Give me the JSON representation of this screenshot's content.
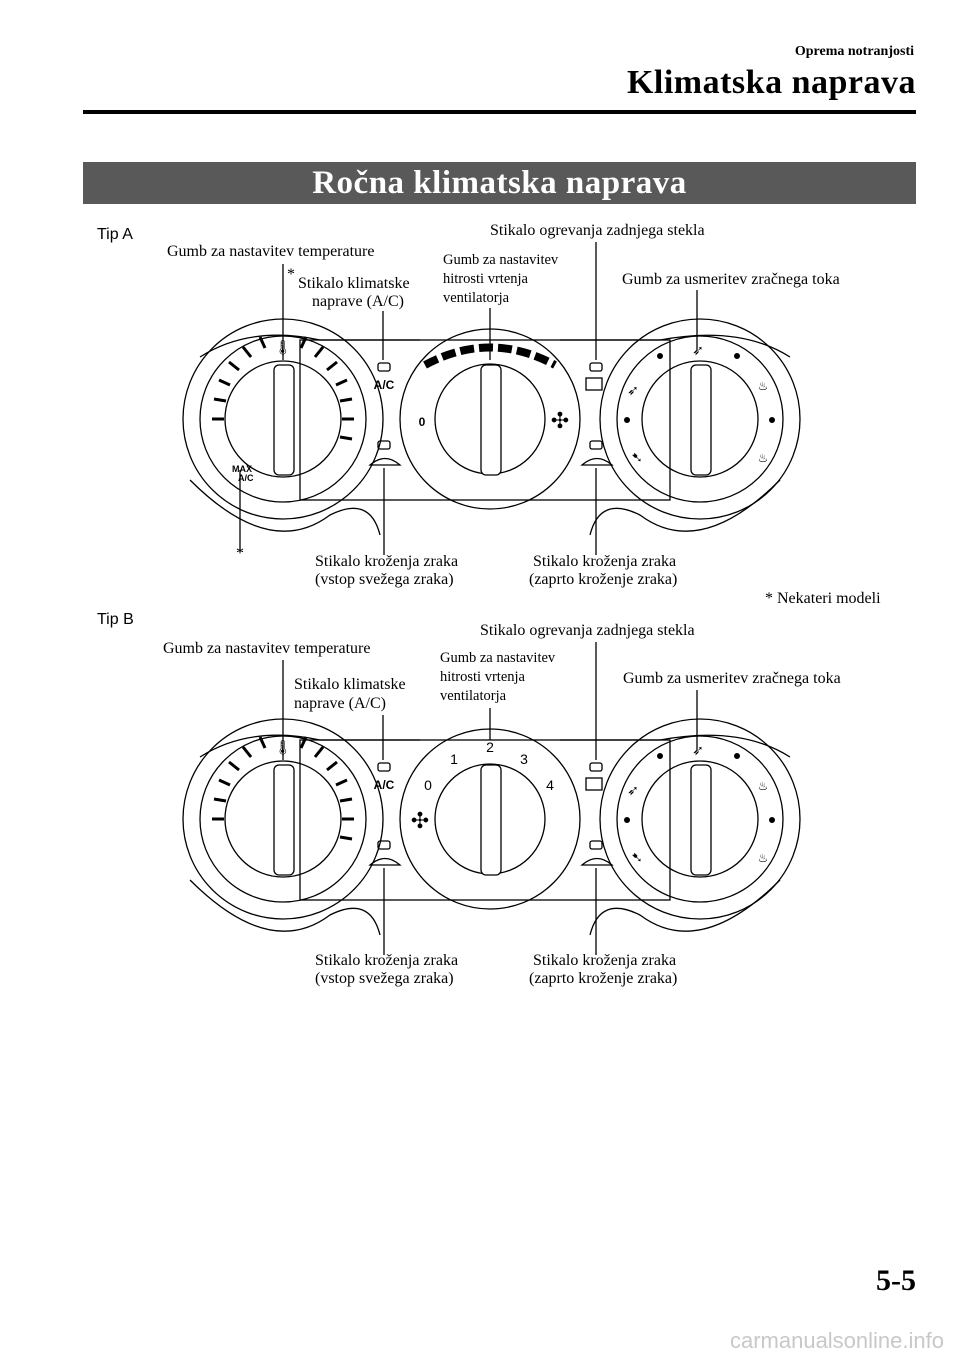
{
  "header": {
    "section": "Oprema notranjosti",
    "chapter": "Klimatska naprava"
  },
  "banner": "Ročna klimatska naprava",
  "tip_a": {
    "label": "Tip A",
    "labels": {
      "temp_knob": "Gumb za nastavitev temperature",
      "ac_asterisk": "*",
      "ac_line1": "Stikalo klimatske",
      "ac_line2": "naprave (A/C)",
      "fan_line1": "Gumb za nastavitev",
      "fan_line2": "hitrosti vrtenja",
      "fan_line3": "ventilatorja",
      "rear_defrost": "Stikalo ogrevanja zadnjega stekla",
      "airflow_mode": "Gumb za usmeritev zračnega toka",
      "asterisk": "*",
      "fresh_line1": "Stikalo kroženja zraka",
      "fresh_line2": "(vstop svežega zraka)",
      "recirc_line1": "Stikalo kroženja zraka",
      "recirc_line2": "(zaprto kroženje zraka)"
    },
    "panel_text": {
      "ac": "A/C",
      "fan_zero": "0",
      "max_line1": "MAX",
      "max_line2": "A/C"
    },
    "note": "* Nekateri modeli"
  },
  "tip_b": {
    "label": "Tip B",
    "labels": {
      "temp_knob": "Gumb za nastavitev temperature",
      "ac_line1": "Stikalo klimatske",
      "ac_line2": "naprave (A/C)",
      "fan_line1": "Gumb za nastavitev",
      "fan_line2": "hitrosti vrtenja",
      "fan_line3": "ventilatorja",
      "rear_defrost": "Stikalo ogrevanja zadnjega stekla",
      "airflow_mode": "Gumb za usmeritev zračnega toka",
      "fresh_line1": "Stikalo kroženja zraka",
      "fresh_line2": "(vstop svežega zraka)",
      "recirc_line1": "Stikalo kroženja zraka",
      "recirc_line2": "(zaprto kroženje zraka)"
    },
    "panel_text": {
      "ac": "A/C",
      "fan_speeds": [
        "0",
        "1",
        "2",
        "3",
        "4"
      ]
    }
  },
  "footer": {
    "page": "5-5",
    "watermark": "carmanualsonline.info"
  }
}
